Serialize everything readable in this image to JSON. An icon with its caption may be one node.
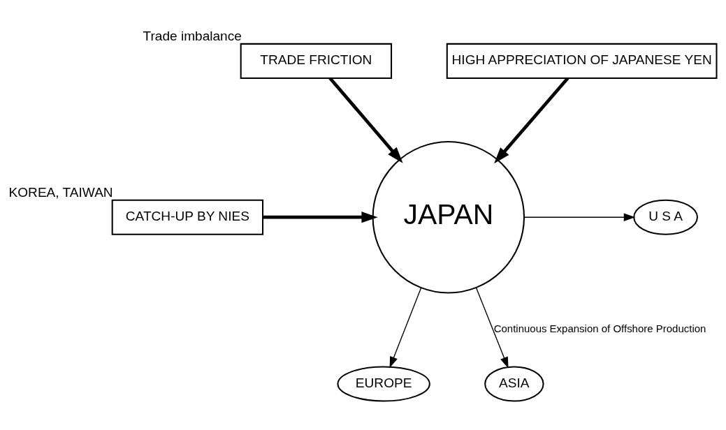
{
  "diagram": {
    "nodes": [
      {
        "text": [
          "JAPAN"
        ]
      },
      {
        "text": [
          "EUROPE"
        ]
      },
      {
        "text": [
          "U S A"
        ]
      },
      {
        "text": [
          "ASIA"
        ]
      },
      {
        "text": [
          "TRADE FRICTION"
        ],
        "beside": [
          "Trade imbalance"
        ]
      },
      {
        "text": [
          "CATCH-UP BY NIES"
        ],
        "beside": [
          "KOREA, TAIWAN"
        ]
      },
      {
        "text": [
          "HIGH APPRECIATION OF JAPANESE YEN"
        ]
      }
    ],
    "edges": [
      {
        "from": 0,
        "to": 1,
        "arrow": "to"
      },
      {
        "from": 4,
        "to": 0,
        "arrow": "to",
        "style": "thick"
      },
      {
        "from": 0,
        "to": 2,
        "arrow": "to"
      },
      {
        "from": 5,
        "to": 0,
        "arrow": "to",
        "style": "thick"
      },
      {
        "from": 6,
        "to": 0,
        "arrow": "to",
        "style": "thick"
      },
      {
        "from": 0,
        "to": 3,
        "arrow": "to",
        "label": "Continuous Expansion of Offshore Production"
      }
    ]
  }
}
